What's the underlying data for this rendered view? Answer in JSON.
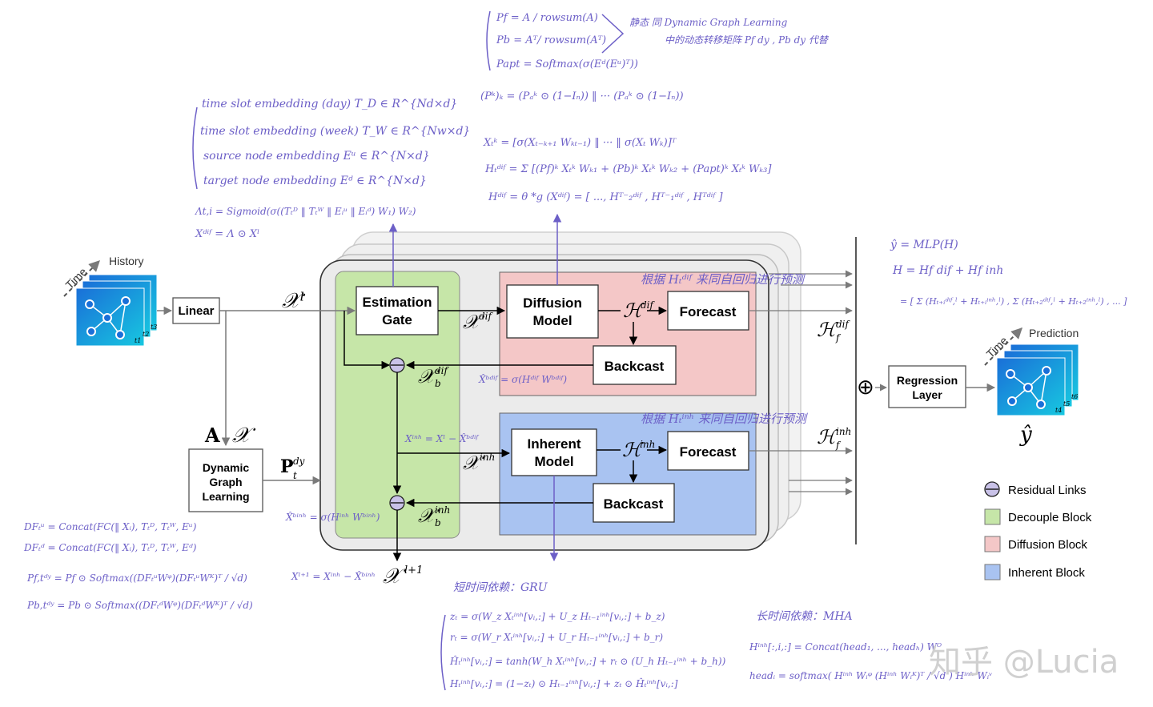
{
  "inputs": {
    "history_label": "History",
    "time_label": "Time",
    "t1": "t1",
    "t2": "t2",
    "t3": "t3"
  },
  "outputs": {
    "prediction_label": "Prediction",
    "time_label": "Time",
    "t4": "t4",
    "t5": "t5",
    "t6": "t6",
    "y_hat": "ŷ"
  },
  "boxes": {
    "linear": "Linear",
    "dgl_line1": "Dynamic",
    "dgl_line2": "Graph",
    "dgl_line3": "Learning",
    "estimation_line1": "Estimation",
    "estimation_line2": "Gate",
    "diffusion_line1": "Diffusion",
    "diffusion_line2": "Model",
    "forecast_top": "Forecast",
    "backcast_top": "Backcast",
    "inherent_line1": "Inherent",
    "inherent_line2": "Model",
    "forecast_bottom": "Forecast",
    "backcast_bottom": "Backcast",
    "regression_line1": "Regression",
    "regression_line2": "Layer"
  },
  "math": {
    "A": "A",
    "X": "𝒳",
    "X_l": "𝒳ˡ",
    "X_dif": "𝒳",
    "X_dif_sup": "dif",
    "H_dif": "ℋ",
    "H_dif_sup": "dif",
    "Xb_dif": "𝒳",
    "Xb_dif_sub": "b",
    "Xb_dif_sup": "dif",
    "X_inh": "𝒳",
    "X_inh_sup": "inh",
    "H_inh": "ℋ",
    "H_inh_sup": "inh",
    "Xb_inh": "𝒳",
    "Xb_inh_sub": "b",
    "Xb_inh_sup": "inh",
    "Pdy": "P",
    "Pdy_sub": "t",
    "Pdy_sup": "dy",
    "Hf_dif": "ℋ",
    "Hf_dif_sub": "f",
    "Hf_dif_sup": "dif",
    "Hf_inh": "ℋ",
    "Hf_inh_sub": "f",
    "Hf_inh_sup": "inh",
    "X_next": "𝒳",
    "X_next_sup": "l+1",
    "oplus": "⊕"
  },
  "legend": [
    {
      "label": "Residual   Links",
      "color": "#c9c2e8"
    },
    {
      "label": "Decouple Block",
      "color": "#c6e6a8"
    },
    {
      "label": "Diffusion  Block",
      "color": "#f4c7c7"
    },
    {
      "label": "Inherent    Block",
      "color": "#a9c3f1"
    }
  ],
  "colors": {
    "decouple": "#c6e6a8",
    "diffusion": "#f4c7c7",
    "inherent": "#a9c3f1",
    "handwriting": "#6c5fc7"
  },
  "notes": {
    "top_p": [
      "Pf = A / rowsum(A)",
      "Pb = Aᵀ/ rowsum(Aᵀ)",
      "Papt = Softmax(σ(Eᵈ(Eᵘ)ᵀ))"
    ],
    "top_p_right1": "静态  同 Dynamic Graph Learning",
    "top_p_right2": "中的动态转移矩阵 Pf dy , Pb dy 代替",
    "pk": "(Pᵏ)ₖ = (Pₐᵏ ⊙ (1−Iₙ)) ‖ ··· (Pₐᵏ ⊙ (1−Iₙ))",
    "diff_eqs": [
      "Xₜᵏ = [σ(Xₜ₋ₖ₊₁ Wₖₜ₋₁) ‖ ··· ‖ σ(Xₜ Wₖ)]ᵀ",
      "Hₜᵈⁱᶠ = Σ [(Pf)ᵏ Xₜᵏ Wₖ₁ + (Pb)ᵏ Xₜᵏ Wₖ₂ + (Papt)ᵏ Xₜᵏ Wₖ₃]",
      "Hᵈⁱᶠ = θ *g (Xᵈⁱᶠ) = [ ..., Hᵀ⁻₂ᵈⁱᶠ , Hᵀ⁻₁ᵈⁱᶠ , Hᵀᵈⁱᶠ ]"
    ],
    "embed": [
      "time slot embedding (day)   T_D ∈ R^{Nd×d}",
      "time slot embedding (week)  T_W ∈ R^{Nw×d}",
      "source node embedding   Eᵘ ∈ R^{N×d}",
      "target node embedding   Eᵈ ∈ R^{N×d}"
    ],
    "gate_eqs": [
      "Λt,i = Sigmoid(σ((Tₜᴰ ‖ Tₜᵂ ‖ Eᵢᵘ ‖ Eᵢᵈ) W₁) W₂)",
      "Xᵈⁱᶠ = Λ ⊙ Xˡ"
    ],
    "right_eqs": [
      "ŷ = MLP(H)",
      "H = Hf dif + Hf inh",
      "= [ Σ (Hₜ₊ᵢᵈⁱᶠ,ˡ + Hₜ₊ᵢⁱⁿʰ,ˡ) , Σ (Hₜ₊₂ᵈⁱᶠ,ˡ + Hₜ₊₂ⁱⁿʰ,ˡ) , ... ]"
    ],
    "dif_note": "根据 Hₜᵈⁱᶠ 来同自回归进行预测",
    "inh_note": "根据 Hₜⁱⁿʰ 来同自回归进行预测",
    "backcast_dif": "X̂ᵇᵈⁱᶠ = σ(Hᵈⁱᶠ Wᵇᵈⁱᶠ)",
    "inh_residual": "Xⁱⁿʰ = Xˡ − X̂ᵇᵈⁱᶠ",
    "backcast_inh": "X̂ᵇⁱⁿʰ = σ(Hⁱⁿʰ Wᵇⁱⁿʰ)",
    "x_next_eq": "Xˡ⁺¹ = Xⁱⁿʰ − X̂ᵇⁱⁿʰ",
    "dgl_eqs": [
      "DFₜᵘ = Concat(FC(‖ Xᵢ), Tₜᴰ, Tₜᵂ, Eᵘ)",
      "DFₜᵈ = Concat(FC(‖ Xᵢ), Tₜᴰ, Tₜᵂ, Eᵈ)",
      "Pf,tᵈʸ = Pf ⊙ Softmax((DFₜᵘWᵠ)(DFₜᵘWᴷ)ᵀ / √d)",
      "Pb,tᵈʸ = Pb ⊙ Softmax((DFₜᵈWᵠ)(DFₜᵈWᴷ)ᵀ / √d)"
    ],
    "gru_title": "短时间依赖：GRU",
    "gru_eqs": [
      "zₜ = σ(W_z Xₜⁱⁿʰ[vᵢ,:] + U_z Hₜ₋₁ⁱⁿʰ[vᵢ,:] + b_z)",
      "rₜ = σ(W_r Xₜⁱⁿʰ[vᵢ,:] + U_r Hₜ₋₁ⁱⁿʰ[vᵢ,:] + b_r)",
      "Ĥₜⁱⁿʰ[vᵢ,:] = tanh(W_h Xₜⁱⁿʰ[vᵢ,:] + rₜ ⊙ (U_h Hₜ₋₁ⁱⁿʰ + b_h))",
      "Hₜⁱⁿʰ[vᵢ,:] = (1−zₜ) ⊙ Hₜ₋₁ⁱⁿʰ[vᵢ,:] + zₜ ⊙ Ĥₜⁱⁿʰ[vᵢ,:]"
    ],
    "mha_title": "长时间依赖：MHA",
    "mha_eqs": [
      "Hⁱⁿʰ[:,i,:] = Concat(head₁, ..., headₕ) Wᴼ",
      "headᵢ = softmax( Hⁱⁿʰ Wᵢᵠ (Hⁱⁿʰ Wᵢᴷ)ᵀ / √d ) Hⁱⁿʰ Wᵢᵛ"
    ]
  },
  "watermark": "知乎 @Lucia"
}
